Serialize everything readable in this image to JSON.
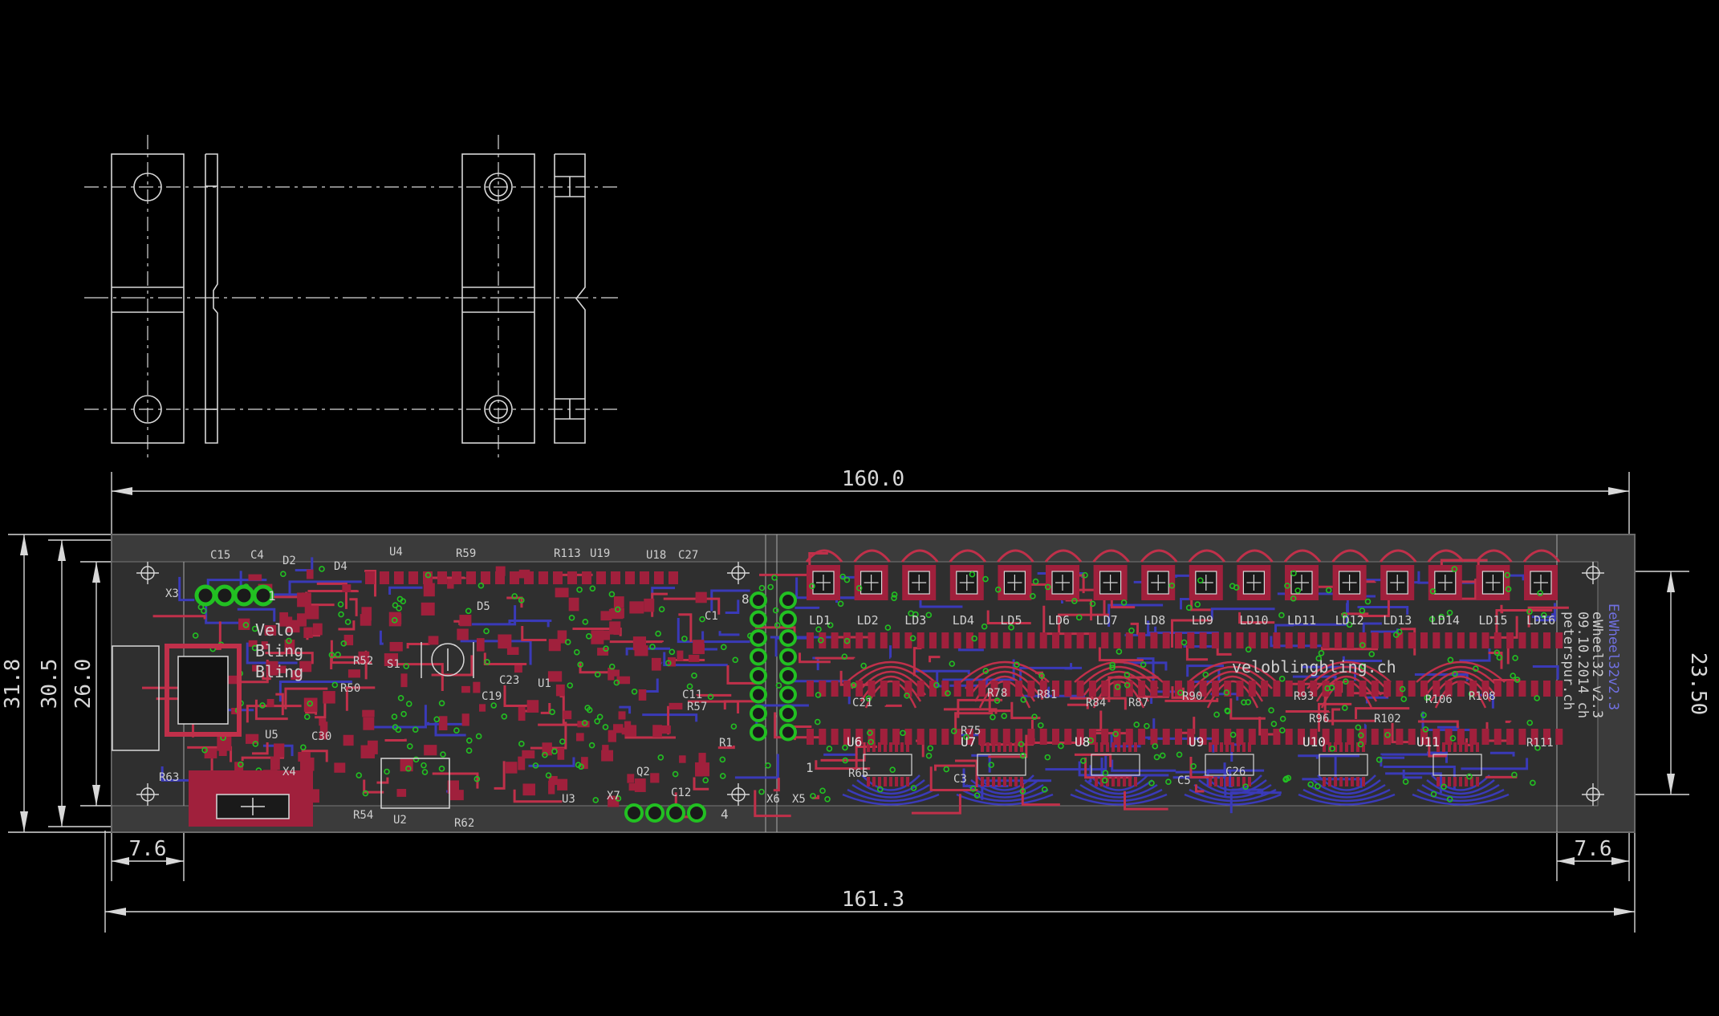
{
  "dimensions": {
    "width_top": "160.0",
    "width_bottom": "161.3",
    "height_outer": "31.8",
    "height_mid": "30.5",
    "height_inner": "26.0",
    "height_right": "23.50",
    "offset_left": "7.6",
    "offset_right": "7.6"
  },
  "board": {
    "logo_lines": [
      "Velo",
      "Bling",
      "Bling"
    ],
    "website": "veloblingbling.ch",
    "side_text": [
      "EeWheel32v2.3",
      "eWheel32 v2.3",
      "09.10.2014 ch",
      "peterspur.ch"
    ],
    "led_labels": [
      "LD1",
      "LD2",
      "LD3",
      "LD4",
      "LD5",
      "LD6",
      "LD7",
      "LD8",
      "LD9",
      "LD10",
      "LD11",
      "LD12",
      "LD13",
      "LD14",
      "LD15",
      "LD16"
    ],
    "driver_labels": [
      "U6",
      "U7",
      "U8",
      "U9",
      "U10",
      "U11"
    ],
    "component_labels": [
      {
        "id": "c15",
        "text": "C15"
      },
      {
        "id": "c4",
        "text": "C4"
      },
      {
        "id": "d2",
        "text": "D2"
      },
      {
        "id": "d4",
        "text": "D4"
      },
      {
        "id": "u4",
        "text": "U4"
      },
      {
        "id": "r59",
        "text": "R59"
      },
      {
        "id": "r113",
        "text": "R113"
      },
      {
        "id": "u19",
        "text": "U19"
      },
      {
        "id": "u18",
        "text": "U18"
      },
      {
        "id": "c27",
        "text": "C27"
      },
      {
        "id": "x3",
        "text": "X3"
      },
      {
        "id": "d5",
        "text": "D5"
      },
      {
        "id": "r52",
        "text": "R52"
      },
      {
        "id": "s1",
        "text": "S1"
      },
      {
        "id": "r50",
        "text": "R50"
      },
      {
        "id": "c19",
        "text": "C19"
      },
      {
        "id": "c23",
        "text": "C23"
      },
      {
        "id": "u1",
        "text": "U1"
      },
      {
        "id": "c11",
        "text": "C11"
      },
      {
        "id": "r57",
        "text": "R57"
      },
      {
        "id": "r1",
        "text": "R1"
      },
      {
        "id": "c30",
        "text": "C30"
      },
      {
        "id": "u5",
        "text": "U5"
      },
      {
        "id": "x4",
        "text": "X4"
      },
      {
        "id": "r63",
        "text": "R63"
      },
      {
        "id": "r54",
        "text": "R54"
      },
      {
        "id": "u2",
        "text": "U2"
      },
      {
        "id": "r62",
        "text": "R62"
      },
      {
        "id": "u3",
        "text": "U3"
      },
      {
        "id": "x7",
        "text": "X7"
      },
      {
        "id": "q2",
        "text": "Q2"
      },
      {
        "id": "c12",
        "text": "C12"
      },
      {
        "id": "x6",
        "text": "X6"
      },
      {
        "id": "x5",
        "text": "X5"
      },
      {
        "id": "c1",
        "text": "C1"
      },
      {
        "id": "r65",
        "text": "R65"
      },
      {
        "id": "c21",
        "text": "C21"
      },
      {
        "id": "r78",
        "text": "R78"
      },
      {
        "id": "r81",
        "text": "R81"
      },
      {
        "id": "r84",
        "text": "R84"
      },
      {
        "id": "r87",
        "text": "R87"
      },
      {
        "id": "r90",
        "text": "R90"
      },
      {
        "id": "r93",
        "text": "R93"
      },
      {
        "id": "r96",
        "text": "R96"
      },
      {
        "id": "r102",
        "text": "R102"
      },
      {
        "id": "r106",
        "text": "R106"
      },
      {
        "id": "r108",
        "text": "R108"
      },
      {
        "id": "c3",
        "text": "C3"
      },
      {
        "id": "c5",
        "text": "C5"
      },
      {
        "id": "c26",
        "text": "C26"
      },
      {
        "id": "r75",
        "text": "R75"
      },
      {
        "id": "r111",
        "text": "R111"
      }
    ],
    "pin_numbers": {
      "x6_top": "8",
      "x5_bottom": "1",
      "x7_end": "4",
      "x3_end": "1"
    }
  },
  "colors": {
    "background": "#000000",
    "line": "#d8d8d8",
    "pad": "#a0203c",
    "copper_top": "#c0304a",
    "copper_bottom": "#3a3ab8",
    "via": "#22c022",
    "silk": "#cfcfcf",
    "board_outline": "#5a5a5a"
  }
}
